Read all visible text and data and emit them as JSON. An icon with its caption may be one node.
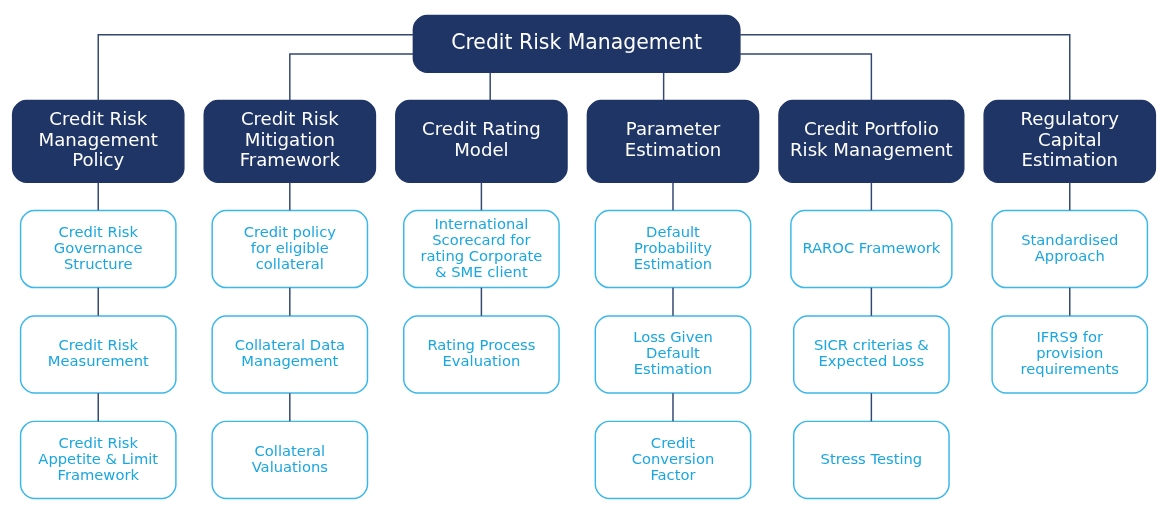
{
  "diagram": {
    "nodes": [
      {
        "text": [
          "Credit Risk Management"
        ]
      },
      {
        "text": [
          "Credit Risk Management Policy"
        ]
      },
      {
        "text": [
          "Credit Risk Mitigation Framework"
        ]
      },
      {
        "text": [
          "Credit Rating Model"
        ]
      },
      {
        "text": [
          "Parameter Estimation"
        ]
      },
      {
        "text": [
          "Credit Portfolio Risk Management"
        ]
      },
      {
        "text": [
          "Regulatory Capital Estimation"
        ]
      },
      {
        "text": [
          "Credit Risk Governance Structure"
        ]
      },
      {
        "text": [
          "Credit Risk Measurement"
        ]
      },
      {
        "text": [
          "Credit Risk Appetite & Limit Framework"
        ]
      },
      {
        "text": [
          "Credit policy for eligible collateral"
        ]
      },
      {
        "text": [
          "Collateral Data Management"
        ]
      },
      {
        "text": [
          "Collateral Valuations"
        ]
      },
      {
        "text": [
          "International Scorecard for rating Corporate & SME client"
        ]
      },
      {
        "text": [
          "Rating Process Evaluation"
        ]
      },
      {
        "text": [
          "Default Probability Estimation"
        ]
      },
      {
        "text": [
          "Loss Given Default Estimation"
        ]
      },
      {
        "text": [
          "Credit Conversion Factor"
        ]
      },
      {
        "text": [
          "RAROC Framework"
        ]
      },
      {
        "text": [
          "SICR criterias & Expected Loss"
        ]
      },
      {
        "text": [
          "Stress Testing"
        ]
      },
      {
        "text": [
          "Standardised Approach"
        ]
      },
      {
        "text": [
          "IFRS9 for provision requirements"
        ]
      }
    ],
    "edges": [
      {
        "from": 0,
        "to": 1,
        "arrow": "none"
      },
      {
        "from": 0,
        "to": 2,
        "arrow": "none"
      },
      {
        "from": 0,
        "to": 3,
        "arrow": "none"
      },
      {
        "from": 0,
        "to": 4,
        "arrow": "none"
      },
      {
        "from": 0,
        "to": 5,
        "arrow": "none"
      },
      {
        "from": 0,
        "to": 6,
        "arrow": "none"
      },
      {
        "from": 1,
        "to": 7,
        "arrow": "none"
      },
      {
        "from": 7,
        "to": 8,
        "arrow": "none"
      },
      {
        "from": 8,
        "to": 9,
        "arrow": "none"
      },
      {
        "from": 2,
        "to": 10,
        "arrow": "none"
      },
      {
        "from": 10,
        "to": 11,
        "arrow": "none"
      },
      {
        "from": 11,
        "to": 12,
        "arrow": "none"
      },
      {
        "from": 3,
        "to": 13,
        "arrow": "none"
      },
      {
        "from": 13,
        "to": 14,
        "arrow": "none"
      },
      {
        "from": 4,
        "to": 15,
        "arrow": "none"
      },
      {
        "from": 15,
        "to": 16,
        "arrow": "none"
      },
      {
        "from": 16,
        "to": 17,
        "arrow": "none"
      },
      {
        "from": 5,
        "to": 18,
        "arrow": "none"
      },
      {
        "from": 18,
        "to": 19,
        "arrow": "none"
      },
      {
        "from": 19,
        "to": 20,
        "arrow": "none"
      },
      {
        "from": 6,
        "to": 21,
        "arrow": "none"
      },
      {
        "from": 21,
        "to": 22,
        "arrow": "none"
      }
    ]
  }
}
